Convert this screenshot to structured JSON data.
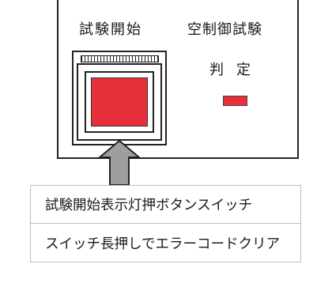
{
  "panel": {
    "test_start_label": "試験開始",
    "air_control_test_label": "空制御試験",
    "judgement_label": "判定"
  },
  "button": {
    "face_color": "#e8303a"
  },
  "indicator": {
    "color": "#e8303a"
  },
  "callouts": [
    "試験開始表示灯押ボタンスイッチ",
    "スイッチ長押しでエラーコードクリア"
  ]
}
